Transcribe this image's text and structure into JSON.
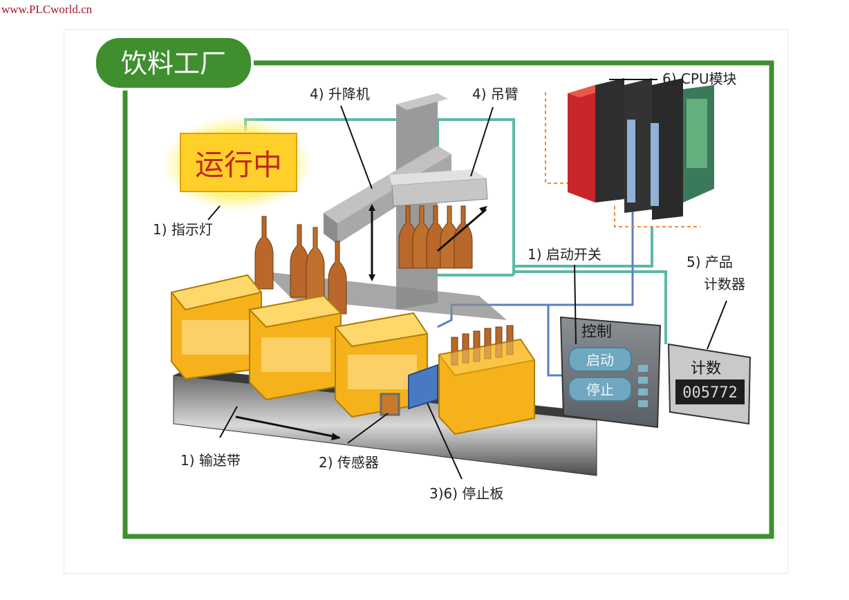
{
  "watermark": "www.PLCworld.cn",
  "title": "饮料工厂",
  "indicator_sign": "运行中",
  "labels": {
    "indicator_lamp": "1) 指示灯",
    "elevator": "4) 升降机",
    "boom": "4) 吊臂",
    "cpu": "6) CPU模块",
    "start_switch": "1) 启动开关",
    "counter_line1": "5) 产品",
    "counter_line2": "计数器",
    "conveyor": "1) 输送带",
    "sensor": "2) 传感器",
    "stop_plate": "3)6) 停止板"
  },
  "control_panel": {
    "title": "控制",
    "start": "启动",
    "stop": "停止"
  },
  "counter": {
    "title": "计数",
    "value": "005772"
  },
  "colors": {
    "green_frame": "#3f8f2f",
    "crate": "#f5b21b",
    "bottle": "#b9672a",
    "signal_line": "#5bb9a6",
    "blue_line": "#5a7fc0",
    "dashed_line": "#f08a3c",
    "plc_red": "#c8262a"
  }
}
